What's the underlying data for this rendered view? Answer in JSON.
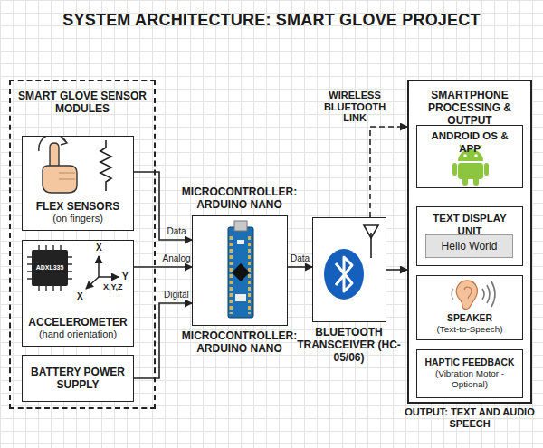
{
  "diagram": {
    "title": "SYSTEM ARCHITECTURE: SMART GLOVE PROJECT",
    "nodes": [
      {
        "text": [
          "SMART GLOVE SENSOR MODULES"
        ]
      },
      {
        "text": [
          "FLEX SENSORS",
          "(on fingers)"
        ],
        "in": 0
      },
      {
        "text": [
          "ACCELEROMETER",
          "(hand orientation)"
        ],
        "in": 0
      },
      {
        "text": [
          "BATTERY POWER SUPPLY"
        ],
        "in": 0
      },
      {
        "text": [
          "MICROCONTROLLER: ARDUINO NANO",
          "MICROCONTROLLER: ARDUINO NANO"
        ]
      },
      {
        "text": [
          "BLUETOOTH TRANSCEIVER (HC-05/06)"
        ]
      },
      {
        "text": [
          "SMARTPHONE PROCESSING & OUTPUT",
          "OUTPUT: TEXT AND AUDIO SPEECH"
        ]
      },
      {
        "text": [
          "ANDROID OS & APP"
        ],
        "in": 6
      },
      {
        "text": [
          "TEXT DISPLAY UNIT"
        ],
        "in": 6
      },
      {
        "text": [
          "Hello World"
        ],
        "in": 8
      },
      {
        "text": [
          "SPEAKER",
          "(Text-to-Speech)"
        ],
        "in": 6
      },
      {
        "text": [
          "HAPTIC FEEDBACK",
          "(Vibration Motor - Optional)"
        ],
        "in": 6
      }
    ],
    "edges": [
      {
        "from": 1,
        "to": 4,
        "label": "Data",
        "arrow": "to"
      },
      {
        "from": 2,
        "to": 4,
        "label": "Analog",
        "arrow": "to"
      },
      {
        "from": 3,
        "to": 4,
        "label": "Digital",
        "arrow": "to"
      },
      {
        "from": 4,
        "to": 5,
        "label": "Data",
        "arrow": "to"
      },
      {
        "from": 5,
        "to": 6,
        "arrow": "to"
      },
      {
        "from": 5,
        "to": 6,
        "label": "WIRELESS BLUETOOTH LINK",
        "arrow": "to"
      },
      {
        "from": 7,
        "to": 8,
        "arrow": "to"
      }
    ],
    "labels": [
      "ADXL335",
      "X",
      "Y",
      "X,Y,Z",
      "X"
    ]
  }
}
